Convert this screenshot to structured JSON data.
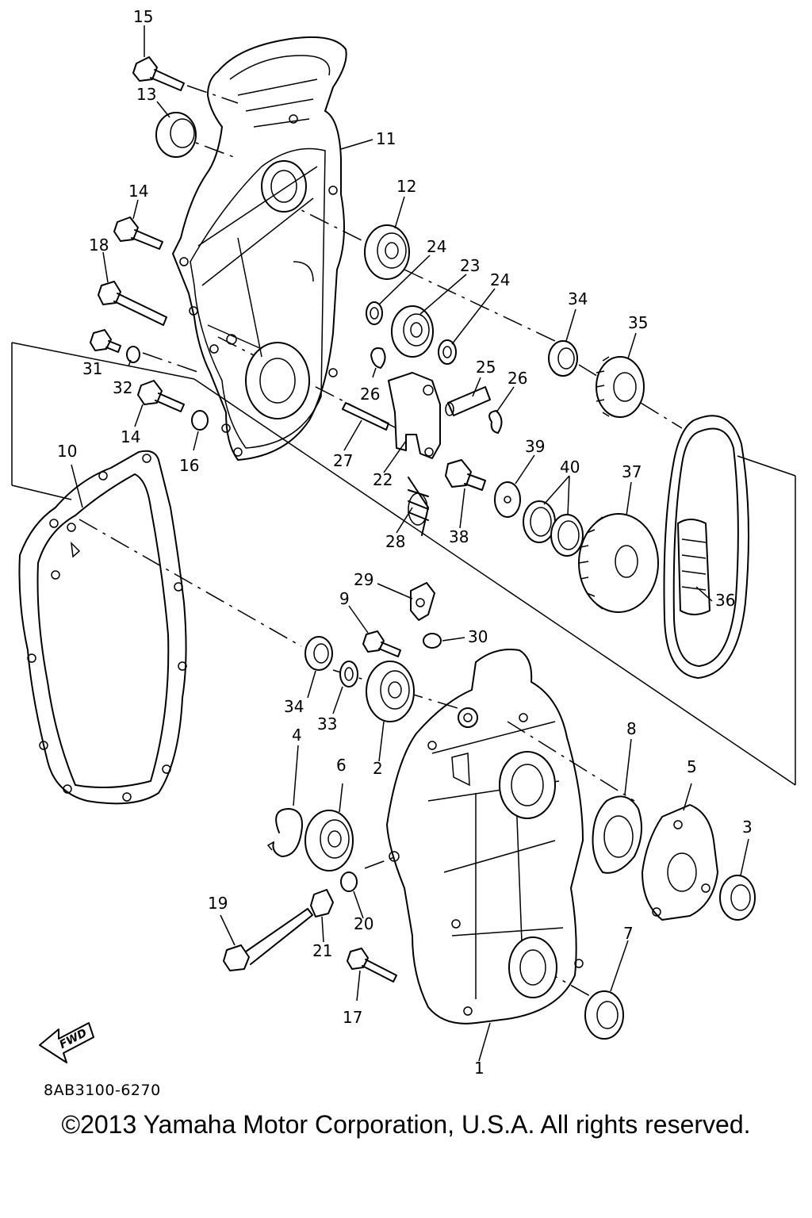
{
  "document_id": "8AB3100-6270",
  "copyright": "©2013 Yamaha Motor Corporation, U.S.A. All rights reserved.",
  "fwd_label": "FWD",
  "callouts": [
    {
      "id": "15",
      "label": "15"
    },
    {
      "id": "13",
      "label": "13"
    },
    {
      "id": "11",
      "label": "11"
    },
    {
      "id": "12",
      "label": "12"
    },
    {
      "id": "14a",
      "label": "14"
    },
    {
      "id": "18",
      "label": "18"
    },
    {
      "id": "24a",
      "label": "24"
    },
    {
      "id": "23",
      "label": "23"
    },
    {
      "id": "24b",
      "label": "24"
    },
    {
      "id": "34a",
      "label": "34"
    },
    {
      "id": "35",
      "label": "35"
    },
    {
      "id": "31",
      "label": "31"
    },
    {
      "id": "32",
      "label": "32"
    },
    {
      "id": "26a",
      "label": "26"
    },
    {
      "id": "25",
      "label": "25"
    },
    {
      "id": "26b",
      "label": "26"
    },
    {
      "id": "14b",
      "label": "14"
    },
    {
      "id": "16",
      "label": "16"
    },
    {
      "id": "27",
      "label": "27"
    },
    {
      "id": "22",
      "label": "22"
    },
    {
      "id": "39",
      "label": "39"
    },
    {
      "id": "40",
      "label": "40"
    },
    {
      "id": "37",
      "label": "37"
    },
    {
      "id": "10",
      "label": "10"
    },
    {
      "id": "28",
      "label": "28"
    },
    {
      "id": "38",
      "label": "38"
    },
    {
      "id": "29",
      "label": "29"
    },
    {
      "id": "36",
      "label": "36"
    },
    {
      "id": "9",
      "label": "9"
    },
    {
      "id": "30",
      "label": "30"
    },
    {
      "id": "34b",
      "label": "34"
    },
    {
      "id": "33",
      "label": "33"
    },
    {
      "id": "2",
      "label": "2"
    },
    {
      "id": "8",
      "label": "8"
    },
    {
      "id": "4",
      "label": "4"
    },
    {
      "id": "6",
      "label": "6"
    },
    {
      "id": "5",
      "label": "5"
    },
    {
      "id": "3",
      "label": "3"
    },
    {
      "id": "19",
      "label": "19"
    },
    {
      "id": "20",
      "label": "20"
    },
    {
      "id": "21",
      "label": "21"
    },
    {
      "id": "7",
      "label": "7"
    },
    {
      "id": "17",
      "label": "17"
    },
    {
      "id": "1",
      "label": "1"
    }
  ]
}
